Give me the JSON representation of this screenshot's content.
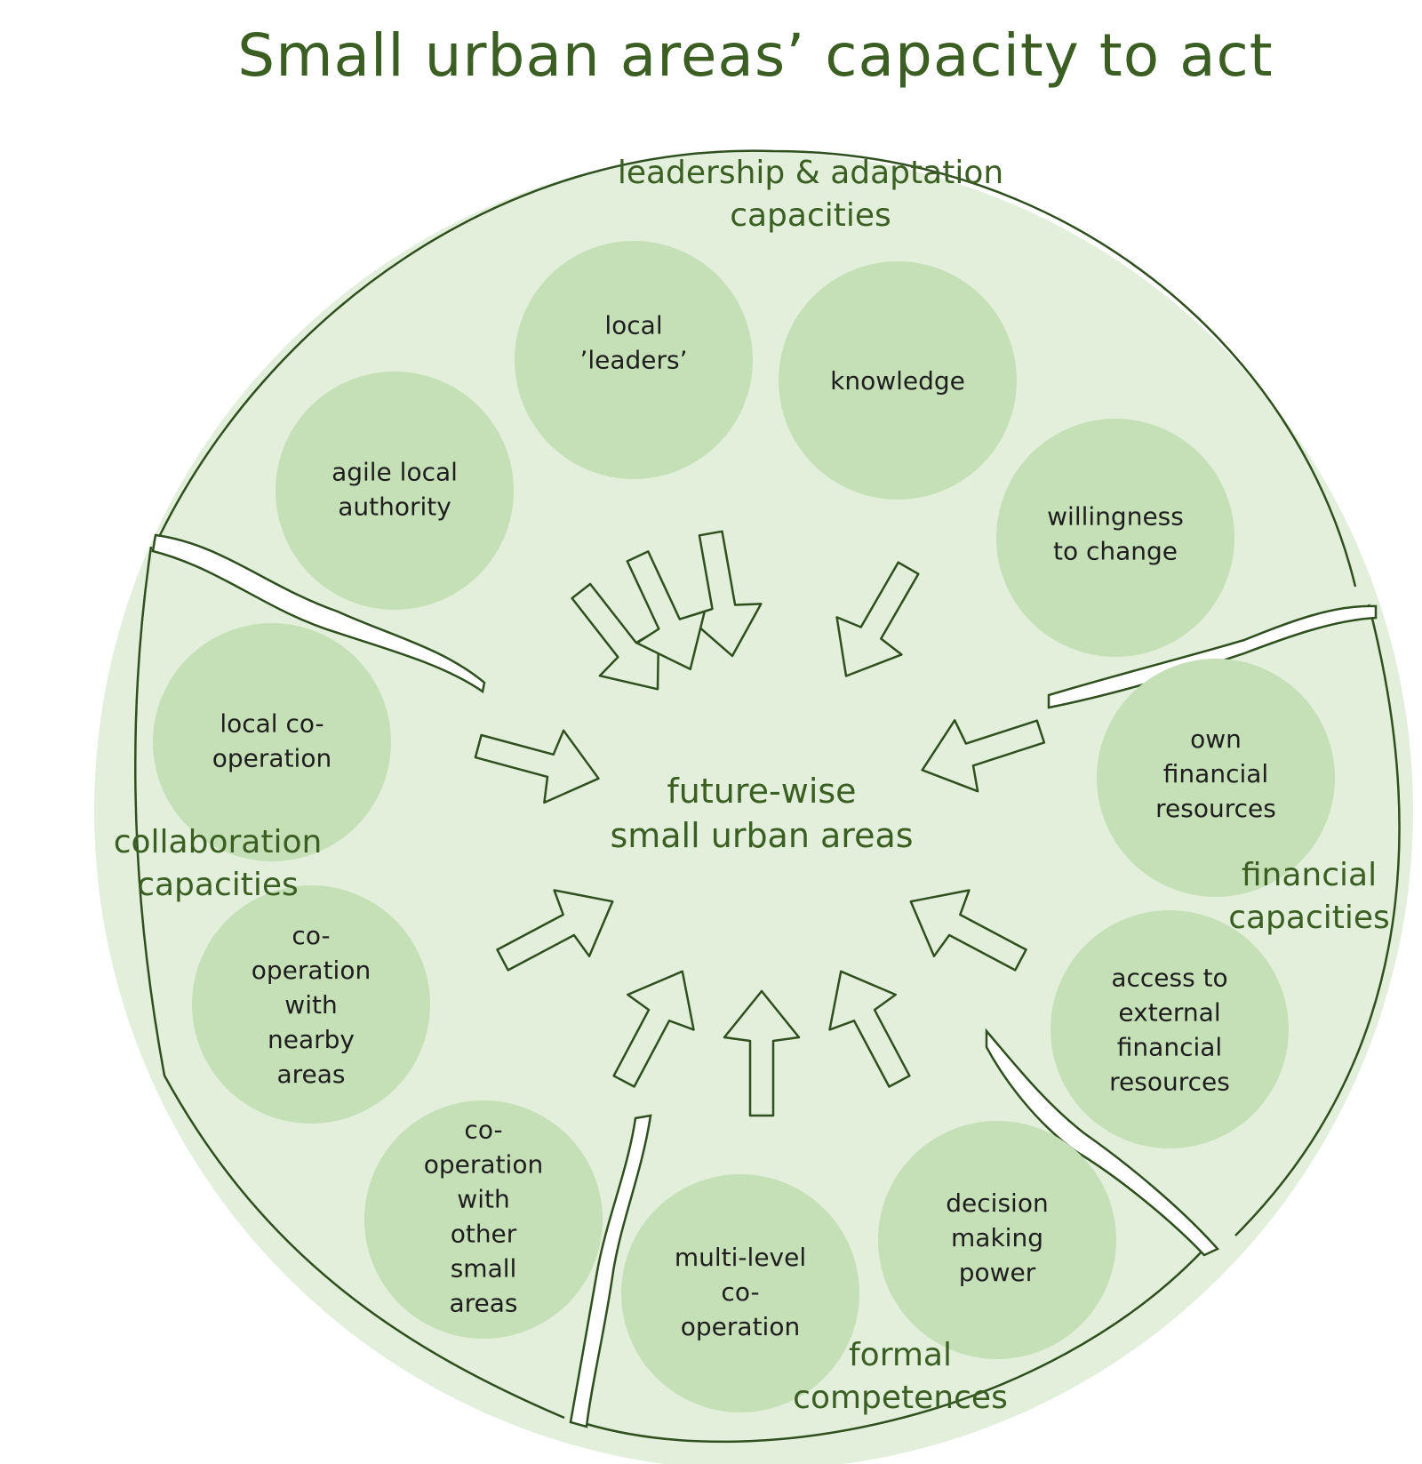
{
  "title": "Small urban areas’ capacity to act",
  "center": [
    "future-wise",
    "small urban areas"
  ],
  "categories": {
    "leadership": [
      "leadership & adaptation",
      "capacities"
    ],
    "collaboration": [
      "collaboration",
      "capacities"
    ],
    "financial": [
      "financial",
      "capacities"
    ],
    "formal": [
      "formal",
      "competences"
    ]
  },
  "circles": {
    "local_leaders": [
      "local",
      "’leaders’"
    ],
    "knowledge": [
      "knowledge"
    ],
    "agile_local_authority": [
      "agile local",
      "authority"
    ],
    "willingness_to_change": [
      "willingness",
      "to change"
    ],
    "local_cooperation": [
      "local co-",
      "operation"
    ],
    "own_financial_resources": [
      "own",
      "financial",
      "resources"
    ],
    "cooperation_nearby_areas": [
      "co-",
      "operation",
      "with",
      "nearby",
      "areas"
    ],
    "access_external_financial": [
      "access to",
      "external",
      "financial",
      "resources"
    ],
    "cooperation_other_small_areas": [
      "co-",
      "operation",
      "with",
      "other",
      "small",
      "areas"
    ],
    "decision_making_power": [
      "decision",
      "making",
      "power"
    ],
    "multi_level_cooperation": [
      "multi-level",
      "co-",
      "operation"
    ]
  },
  "colors": {
    "outer_fill": "#e2efdb",
    "circle_fill": "#c5e0b6",
    "stroke": "#2f4f1f",
    "text_green": "#3b5e22",
    "text_dark": "#1e1e1e"
  }
}
